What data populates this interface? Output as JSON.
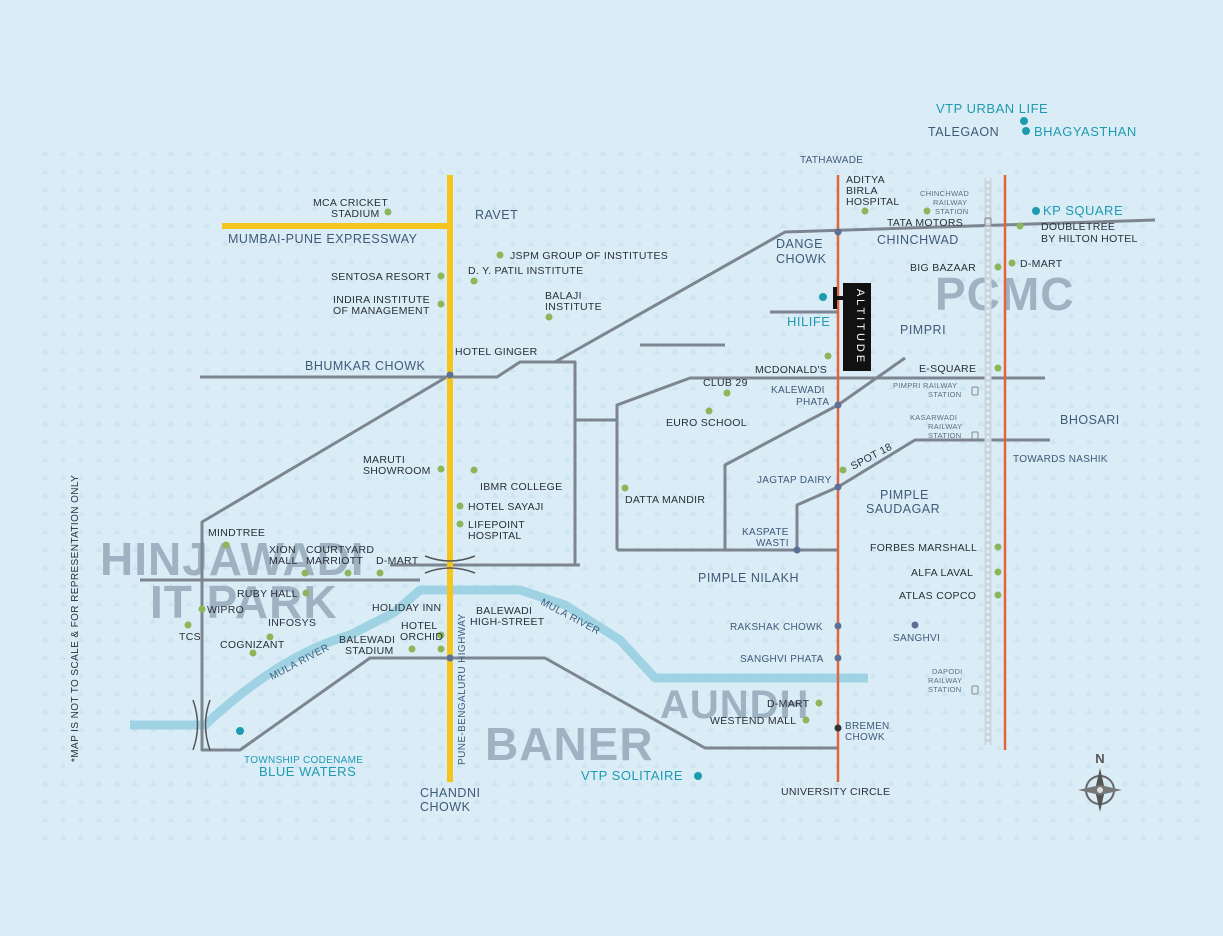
{
  "map": {
    "colors": {
      "background": "#daedf7",
      "highway": "#f5c51e",
      "road": "#7d8590",
      "rail_line": "#e2643f",
      "river": "#9fd3e3",
      "poi_dot": "#8db65a",
      "node_dot": "#5b6f97",
      "teal": "#1e9bb0",
      "region_text": "#9fb2c2"
    },
    "disclaimer": "*MAP IS NOT TO SCALE & FOR REPRESENTATION ONLY",
    "compass": "N",
    "project": "ALTITUDE",
    "regions": [
      "HINJAWADI",
      "IT PARK",
      "PCMC",
      "BANER",
      "AUNDH"
    ],
    "roads": [
      "MUMBAI-PUNE EXPRESSWAY",
      "PUNE-BENGALURU HIGHWAY"
    ],
    "rivers": [
      "MULA RIVER",
      "MULA RIVER"
    ],
    "locations": [
      "RAVET",
      "BHUMKAR CHOWK",
      "DANGE",
      "CHOWK",
      "CHINCHWAD",
      "PIMPRI",
      "KALEWADI",
      "PHATA",
      "BHOSARI",
      "JAGTAP DAIRY",
      "PIMPLE",
      "SAUDAGAR",
      "KASPATE",
      "WASTI",
      "PIMPLE NILAKH",
      "RAKSHAK CHOWK",
      "SANGHVI PHATA",
      "BREMEN",
      "CHOWK",
      "UNIVERSITY CIRCLE",
      "CHANDNI",
      "CHOWK",
      "TATHAWADE",
      "TALEGAON",
      "TOWARDS NASHIK",
      "SANGHVI"
    ],
    "stations": [
      "CHINCHWAD",
      "RAILWAY",
      "STATION",
      "PIMPRI RAILWAY",
      "STATION",
      "KASARWADI",
      "RAILWAY",
      "STATION",
      "DAPODI",
      "RAILWAY",
      "STATION"
    ],
    "teal_places": [
      "VTP URBAN LIFE",
      "BHAGYASTHAN",
      "KP SQUARE",
      "HILIFE",
      "TOWNSHIP CODENAME",
      "BLUE WATERS",
      "VTP SOLITAIRE"
    ],
    "pois": [
      "MCA CRICKET",
      "STADIUM",
      "SENTOSA RESORT",
      "INDIRA INSTITUTE",
      "OF MANAGEMENT",
      "JSPM GROUP OF INSTITUTES",
      "D. Y. PATIL INSTITUTE",
      "BALAJI",
      "INSTITUTE",
      "HOTEL GINGER",
      "MARUTI",
      "SHOWROOM",
      "IBMR COLLEGE",
      "HOTEL SAYAJI",
      "LIFEPOINT",
      "HOSPITAL",
      "DATTA MANDIR",
      "CLUB 29",
      "EURO SCHOOL",
      "MCDONALD'S",
      "SPOT 18",
      "ADITYA",
      "BIRLA",
      "HOSPITAL",
      "TATA MOTORS",
      "DOUBLETREE",
      "BY HILTON HOTEL",
      "BIG BAZAAR",
      "D-MART",
      "E-SQUARE",
      "FORBES MARSHALL",
      "ALFA LAVAL",
      "ATLAS COPCO",
      "MINDTREE",
      "XION",
      "MALL",
      "COURTYARD",
      "MARRIOTT",
      "D-MART",
      "RUBY HALL",
      "WIPRO",
      "INFOSYS",
      "TCS",
      "COGNIZANT",
      "HOLIDAY INN",
      "HOTEL",
      "ORCHID",
      "BALEWADI",
      "STADIUM",
      "BALEWADI",
      "HIGH-STREET",
      "D-MART",
      "WESTEND MALL"
    ]
  }
}
